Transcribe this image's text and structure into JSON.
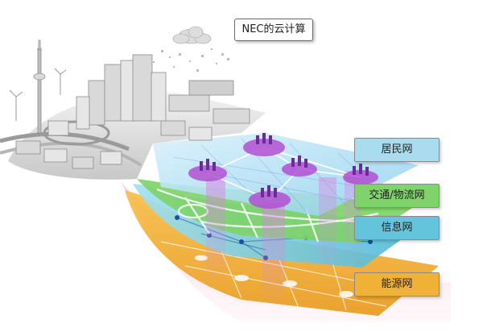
{
  "title": "NEC的云计算",
  "layers": [
    {
      "id": "residents",
      "label": "居民网",
      "color": "#a8dcee"
    },
    {
      "id": "transport",
      "label": "交通/物流网",
      "color": "#7fd36a"
    },
    {
      "id": "information",
      "label": "信息网",
      "color": "#64c4dc"
    },
    {
      "id": "energy",
      "label": "能源网",
      "color": "#f0b235"
    }
  ]
}
